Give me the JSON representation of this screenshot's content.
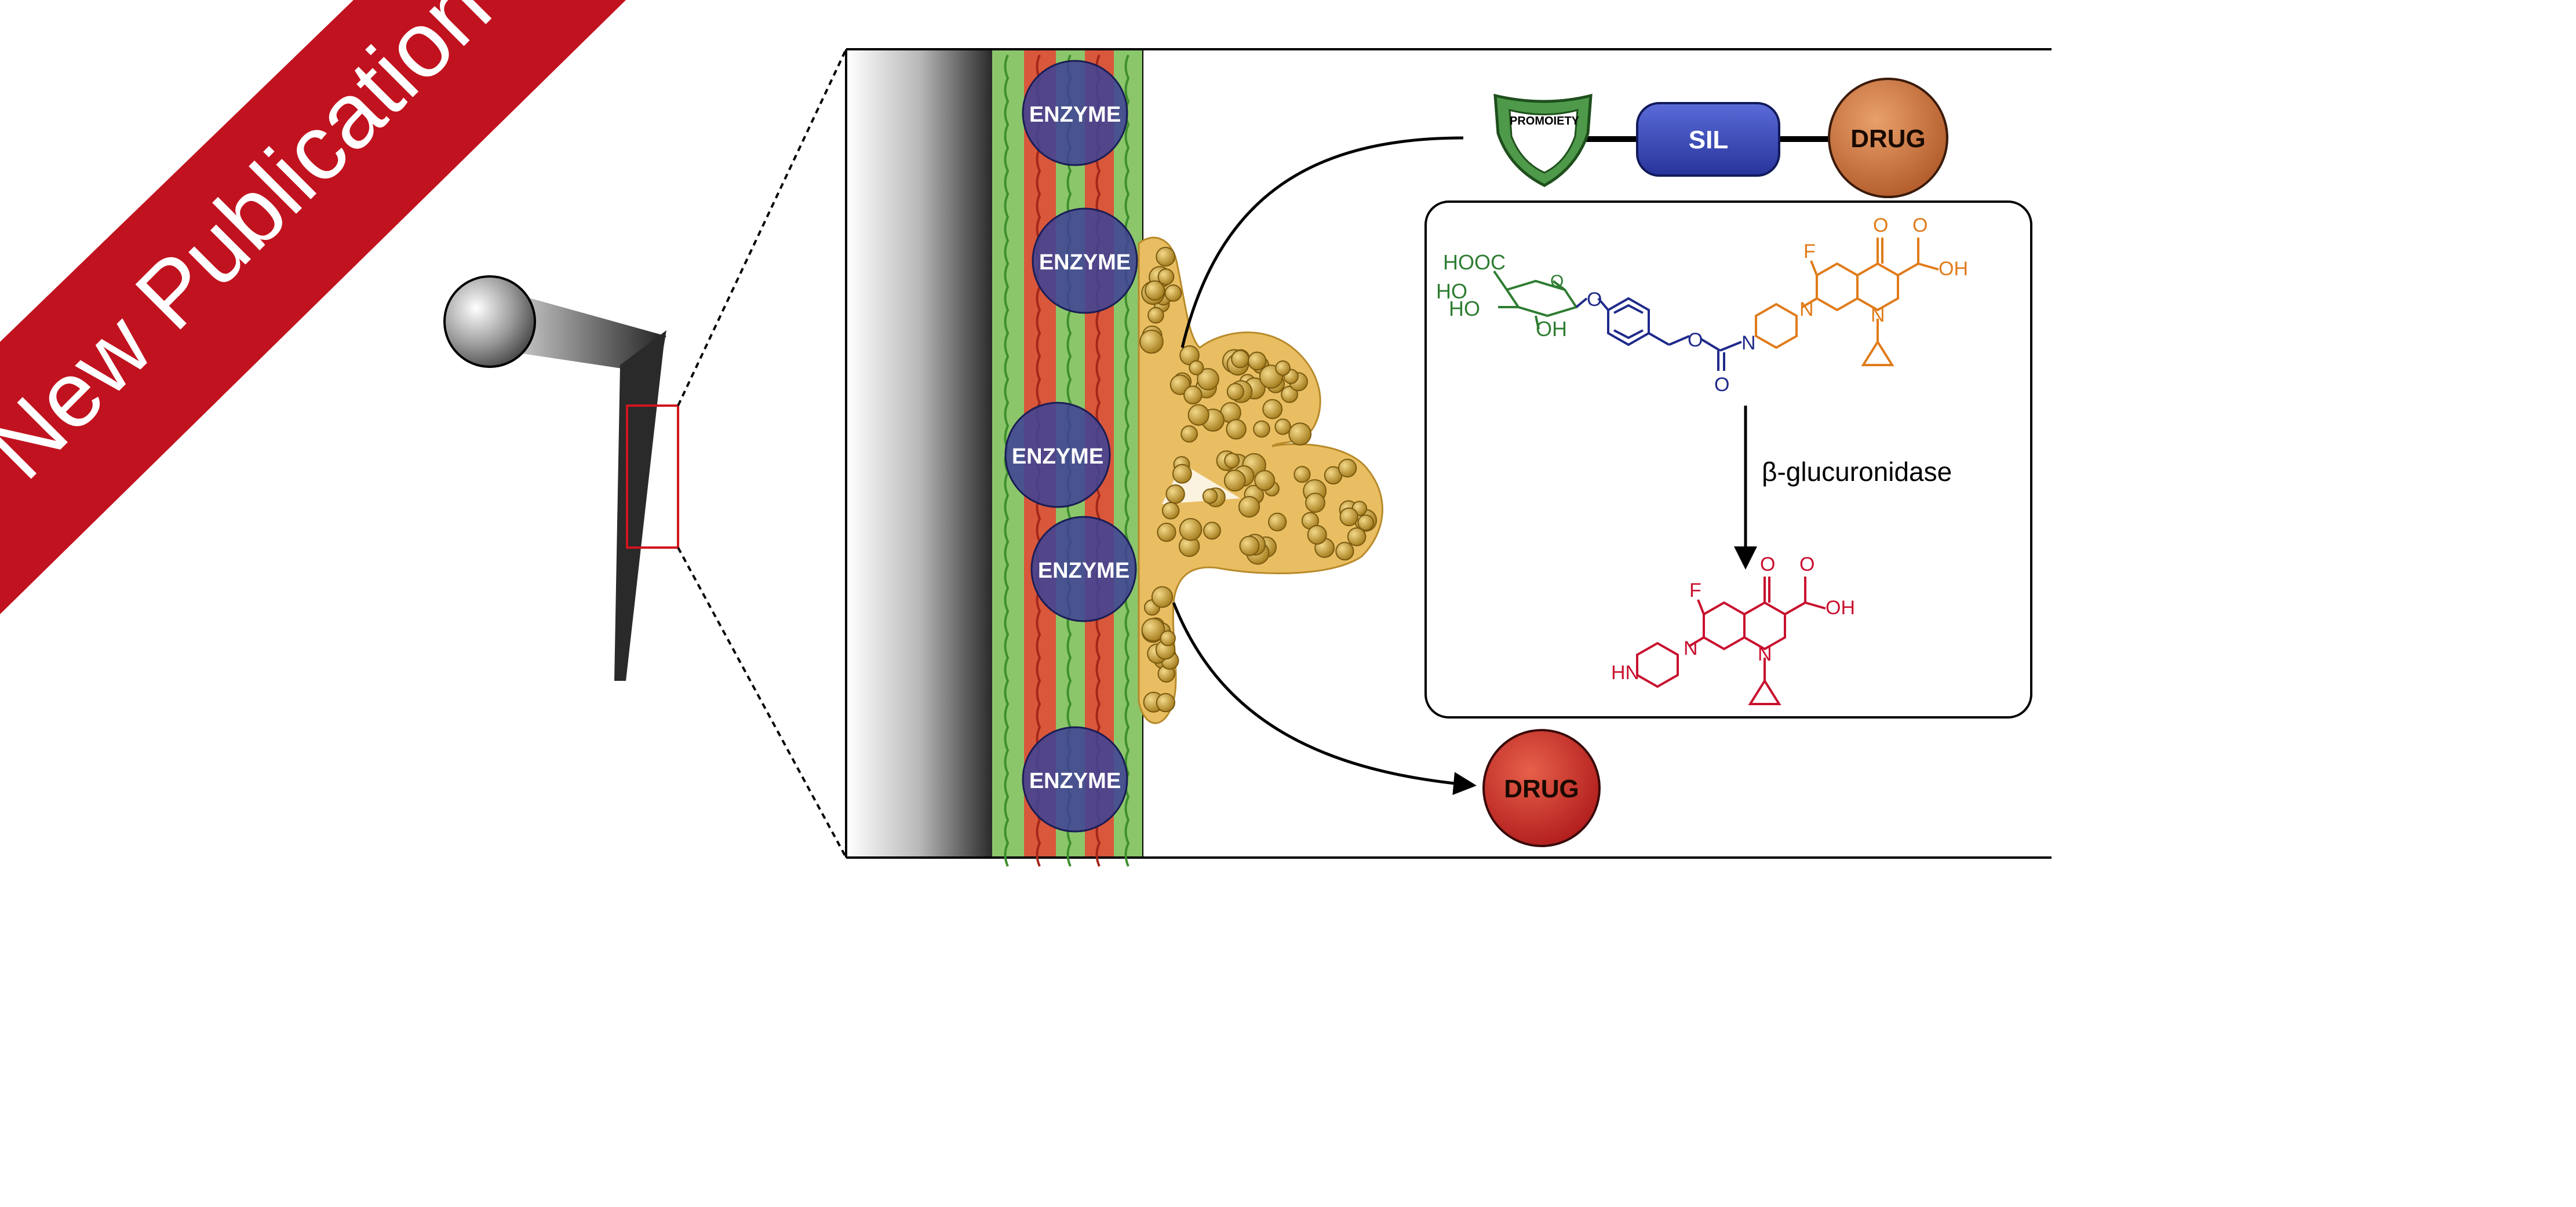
{
  "banner": {
    "label": "New Publication",
    "color": "#c1121f"
  },
  "wall_layers": {
    "enzyme_label": "ENZYME",
    "enzyme_color": "#3f4394"
  },
  "prodrug_construct": {
    "promoiety_label": "PROMOIETY",
    "linker_label": "SIL",
    "drug_label": "DRUG"
  },
  "released_drug": {
    "label": "DRUG"
  },
  "reaction": {
    "enzyme_name": "β-glucuronidase",
    "prodrug_atoms": {
      "hooc": "HOOC",
      "ho1": "HO",
      "ho2": "HO",
      "oh1": "OH",
      "o_ether": "O",
      "o_carbamate": "O",
      "o_carbonyl": "O",
      "n_carbamate": "N",
      "n_piperazine": "N",
      "n_ring": "N",
      "f": "F",
      "o_ketone": "O",
      "o_acid": "O",
      "oh_acid": "OH"
    },
    "drug_atoms": {
      "f": "F",
      "o_ketone": "O",
      "o_acid": "O",
      "oh_acid": "OH",
      "hn": "HN",
      "n_piperazine": "N",
      "n_ring": "N"
    }
  },
  "colors": {
    "promoiety": "#2e7d32",
    "linker": "#1f2a8a",
    "drug_core": "#e07b1a",
    "product": "#c8102e"
  }
}
